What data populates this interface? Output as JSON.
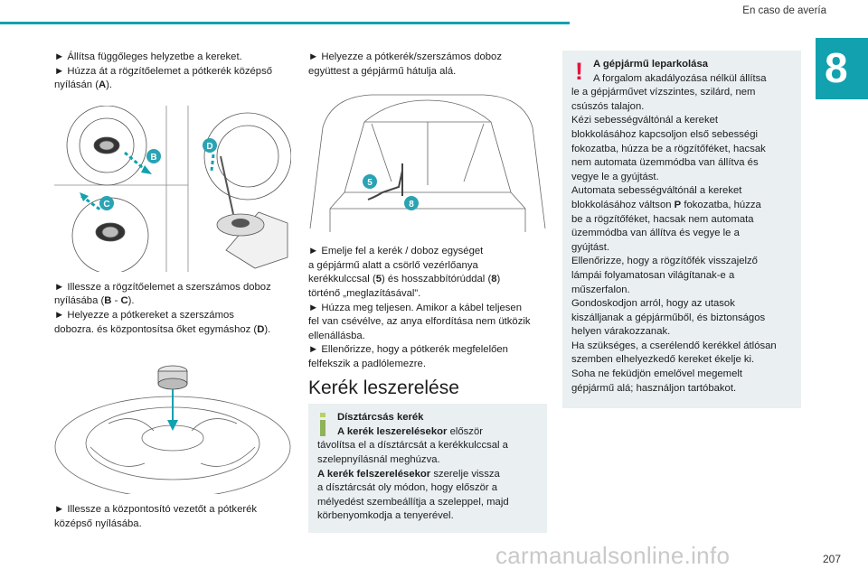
{
  "header": {
    "section_title": "En caso de avería",
    "chapter": "8"
  },
  "col1": {
    "l1": "►  Állítsa függőleges helyzetbe a kereket.",
    "l2": "►  Húzza át a rögzítőelemet a pótkerék középső",
    "l3a": "nyílásán (",
    "l3b": "A",
    "l3c": ").",
    "fig1_labels": {
      "b": "B",
      "c": "C",
      "d": "D"
    },
    "l4": "►  Illessze a rögzítőelemet a szerszámos doboz",
    "l5a": "nyílásába (",
    "l5b": "B",
    "l5c": " - ",
    "l5d": "C",
    "l5e": ").",
    "l6": "►  Helyezze a pótkereket a szerszámos",
    "l7a": "dobozra. és központosítsa őket egymáshoz (",
    "l7b": "D",
    "l7c": ").",
    "l8": "►  Illessze a központosító vezetőt a pótkerék",
    "l9": "középső nyílásába."
  },
  "col2": {
    "l1": "►  Helyezze a pótkerék/szerszámos doboz",
    "l2": "együttest a gépjármű hátulja alá.",
    "fig_labels": {
      "n5": "5",
      "n8": "8"
    },
    "l3": "►  Emelje fel a kerék / doboz egységet",
    "l4": "a gépjármű alatt a csörlő vezérlőanya",
    "l5a": "kerékkulccsal (",
    "l5b": "5",
    "l5c": ") és hosszabbítórúddal (",
    "l5d": "8",
    "l5e": ")",
    "l6": "történő „meglazításával”.",
    "l7": "►  Húzza meg teljesen. Amikor a kábel teljesen",
    "l8": "fel van csévélve, az anya elfordítása nem ütközik",
    "l9": "ellenállásba.",
    "l10": "►  Ellenőrizze, hogy a pótkerék megfelelően",
    "l11": "felfekszik a padlólemezre.",
    "heading": "Kerék leszerelése",
    "info_title": "Dísztárcsás kerék",
    "info_l1a": "A kerék leszerelésekor",
    "info_l1b": " először",
    "info_l2": "távolítsa el a dísztárcsát a kerékkulccsal a",
    "info_l3": "szelepnyílásnál meghúzva.",
    "info_l4a": "A kerék felszerelésekor",
    "info_l4b": " szerelje vissza",
    "info_l5": "a dísztárcsát oly módon, hogy először a",
    "info_l6": "mélyedést szembeállítja a szeleppel, majd",
    "info_l7": "körbenyomkodja a tenyerével."
  },
  "col3": {
    "warn_mark": "!",
    "title": "A gépjármű leparkolása",
    "lines": [
      "A forgalom akadályozása nélkül állítsa",
      "le a gépjárművet vízszintes, szilárd, nem",
      "csúszós talajon.",
      "Kézi sebességváltónál a kereket",
      "blokkolásához kapcsoljon első sebességi",
      "fokozatba, húzza be a rögzítőféket, hacsak",
      "nem automata üzemmódba van állítva és",
      "vegye le a gyújtást.",
      "Automata sebességváltónál a kereket",
      "__P__",
      "be a rögzítőféket, hacsak nem automata",
      "üzemmódba van állítva és vegye le a",
      "gyújtást.",
      "Ellenőrizze, hogy a rögzítőfék visszajelző",
      "lámpái folyamatosan világítanak-e a",
      "műszerfalon.",
      "Gondoskodjon arról, hogy az utasok",
      "kiszálljanak a gépjárműből, és biztonságos",
      "helyen várakozzanak.",
      "Ha szükséges, a cserélendő kerékkel átlósan",
      "szemben elhelyezkedő kereket ékelje ki.",
      "Soha ne feküdjön emelővel megemelt",
      "gépjármű alá; használjon tartóbakot."
    ],
    "p_line_a": "blokkolásához váltson ",
    "p_line_b": "P",
    "p_line_c": " fokozatba, húzza"
  },
  "footer": {
    "page": "207",
    "watermark": "carmanualsonline.info"
  },
  "colors": {
    "accent": "#12a1ae",
    "badge": "#2aa3b3",
    "warning": "#e4143c",
    "infobox": "#eaeff1"
  }
}
